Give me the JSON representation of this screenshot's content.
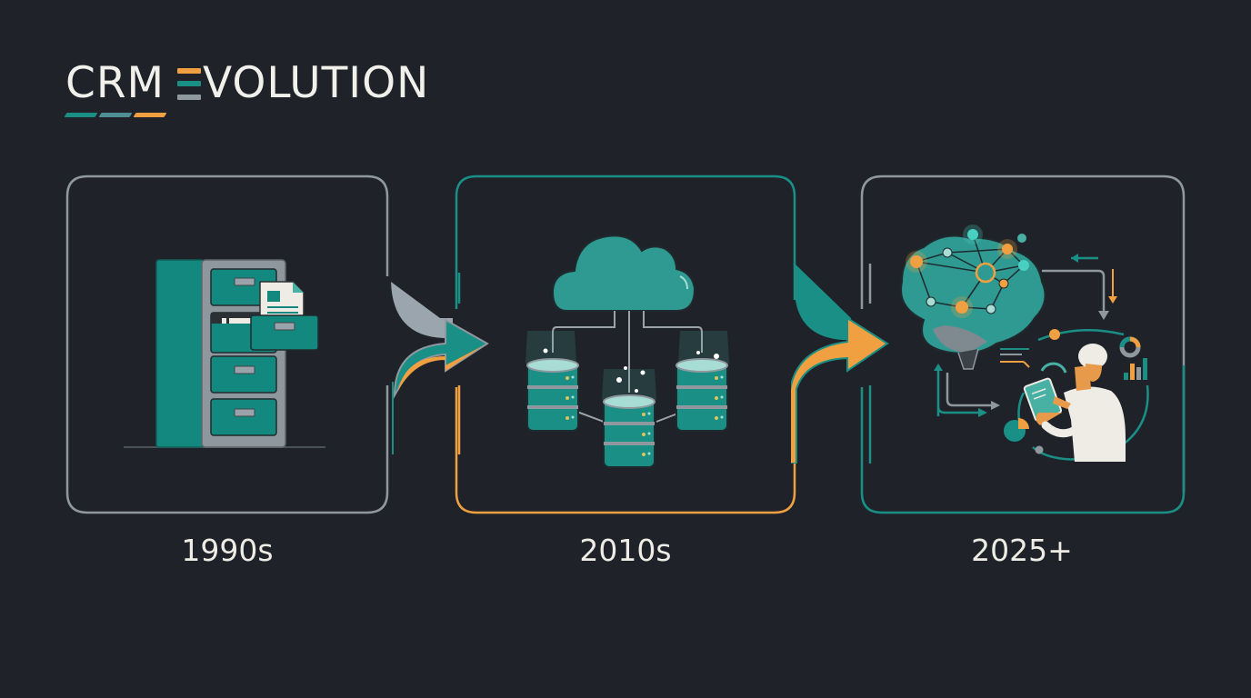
{
  "title": {
    "prefix": "CRM ",
    "suffix": "VOLUTION",
    "full_text": "CRM EVOLUTION",
    "e_mark_colors": [
      "#f0a040",
      "#1a8f86",
      "#8f989f"
    ],
    "underline_colors": [
      "#1a8f86",
      "#4f8f94",
      "#f0a040"
    ]
  },
  "colors": {
    "background": "#1f2329",
    "teal": "#1a8f86",
    "teal_light": "#49b0a4",
    "orange": "#f0a040",
    "gray": "#8f989f",
    "text": "#f1f0ea"
  },
  "stages": [
    {
      "id": "stage-1990s",
      "label": "1990s",
      "icon": "filing-cabinet-icon",
      "border_top": "#8f989f",
      "border_bottom": "#8f989f"
    },
    {
      "id": "stage-2010s",
      "label": "2010s",
      "icon": "cloud-database-icon",
      "border_top": "#1a8f86",
      "border_bottom": "#f0a040"
    },
    {
      "id": "stage-2025",
      "label": "2025+",
      "icon": "ai-brain-person-icon",
      "border_top": "#8f989f",
      "border_bottom": "#1a8f86"
    }
  ],
  "arrows": [
    {
      "from": "1990s",
      "to": "2010s",
      "icon": "curved-arrow-right-icon"
    },
    {
      "from": "2010s",
      "to": "2025+",
      "icon": "curved-arrow-right-icon"
    }
  ]
}
